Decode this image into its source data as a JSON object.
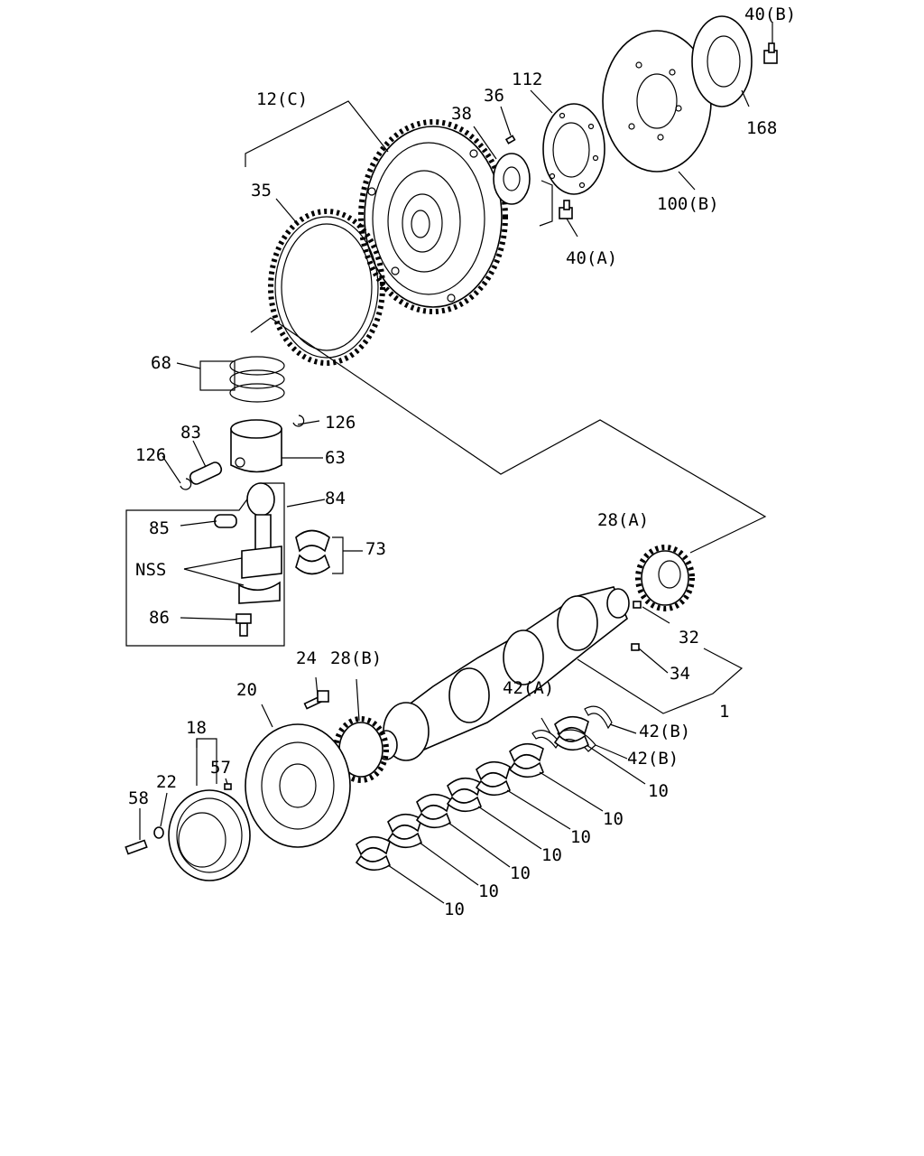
{
  "callouts": [
    {
      "id": "c-40b",
      "text": "40(B)"
    },
    {
      "id": "c-112",
      "text": "112"
    },
    {
      "id": "c-36",
      "text": "36"
    },
    {
      "id": "c-38",
      "text": "38"
    },
    {
      "id": "c-12c",
      "text": "12(C)"
    },
    {
      "id": "c-168",
      "text": "168"
    },
    {
      "id": "c-35",
      "text": "35"
    },
    {
      "id": "c-100b",
      "text": "100(B)"
    },
    {
      "id": "c-40a",
      "text": "40(A)"
    },
    {
      "id": "c-68",
      "text": "68"
    },
    {
      "id": "c-126a",
      "text": "126"
    },
    {
      "id": "c-83",
      "text": "83"
    },
    {
      "id": "c-126b",
      "text": "126"
    },
    {
      "id": "c-63",
      "text": "63"
    },
    {
      "id": "c-84",
      "text": "84"
    },
    {
      "id": "c-85",
      "text": "85"
    },
    {
      "id": "c-73",
      "text": "73"
    },
    {
      "id": "c-28a",
      "text": "28(A)"
    },
    {
      "id": "c-nss",
      "text": "NSS"
    },
    {
      "id": "c-86",
      "text": "86"
    },
    {
      "id": "c-32",
      "text": "32"
    },
    {
      "id": "c-24",
      "text": "24"
    },
    {
      "id": "c-28b",
      "text": "28(B)"
    },
    {
      "id": "c-34",
      "text": "34"
    },
    {
      "id": "c-20",
      "text": "20"
    },
    {
      "id": "c-1",
      "text": "1"
    },
    {
      "id": "c-42a",
      "text": "42(A)"
    },
    {
      "id": "c-42b1",
      "text": "42(B)"
    },
    {
      "id": "c-18",
      "text": "18"
    },
    {
      "id": "c-42b2",
      "text": "42(B)"
    },
    {
      "id": "c-57",
      "text": "57"
    },
    {
      "id": "c-10a",
      "text": "10"
    },
    {
      "id": "c-22",
      "text": "22"
    },
    {
      "id": "c-58",
      "text": "58"
    },
    {
      "id": "c-10b",
      "text": "10"
    },
    {
      "id": "c-10c",
      "text": "10"
    },
    {
      "id": "c-10d",
      "text": "10"
    },
    {
      "id": "c-10e",
      "text": "10"
    },
    {
      "id": "c-10f",
      "text": "10"
    },
    {
      "id": "c-10g",
      "text": "10"
    }
  ]
}
